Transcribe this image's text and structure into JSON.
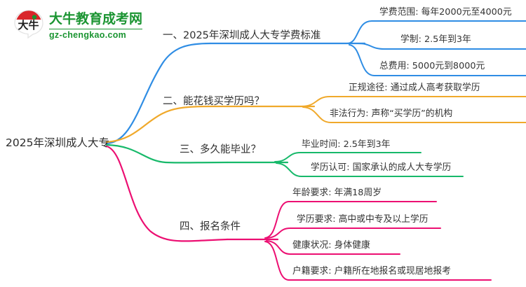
{
  "logo": {
    "mark_text": "大牛",
    "title": "大牛教育成考网",
    "subtitle": "gz-chengkao.com",
    "brand_green": "#1a9431",
    "brand_red": "#d9262b"
  },
  "mindmap": {
    "root": {
      "label": "2025年深圳成人大专"
    },
    "branch_colors": {
      "blue": "#2f8de4",
      "orange": "#f0a92b",
      "green": "#17b96a",
      "pink": "#ec0f72"
    },
    "branches": [
      {
        "label": "一、2025年深圳成人大专学费标准",
        "color": "#2f8de4",
        "children": [
          {
            "label": "学费范围: 每年2000元至4000元"
          },
          {
            "label": "学制: 2.5年到3年"
          },
          {
            "label": "总费用: 5000元到8000元"
          }
        ]
      },
      {
        "label": "二、能花钱买学历吗？",
        "color": "#f0a92b",
        "children": [
          {
            "label": "正规途径: 通过成人高考获取学历"
          },
          {
            "label": "非法行为: 声称“买学历”的机构"
          }
        ]
      },
      {
        "label": "三、多久能毕业？",
        "color": "#17b96a",
        "children": [
          {
            "label": "毕业时间: 2.5年到3年"
          },
          {
            "label": "学历认可: 国家承认的成人大专学历"
          }
        ]
      },
      {
        "label": "四、报名条件",
        "color": "#ec0f72",
        "children": [
          {
            "label": "年龄要求: 年满18周岁"
          },
          {
            "label": "学历要求: 高中或中专及以上学历"
          },
          {
            "label": "健康状况: 身体健康"
          },
          {
            "label": "户籍要求: 户籍所在地报名或现居地报考"
          }
        ]
      }
    ]
  }
}
